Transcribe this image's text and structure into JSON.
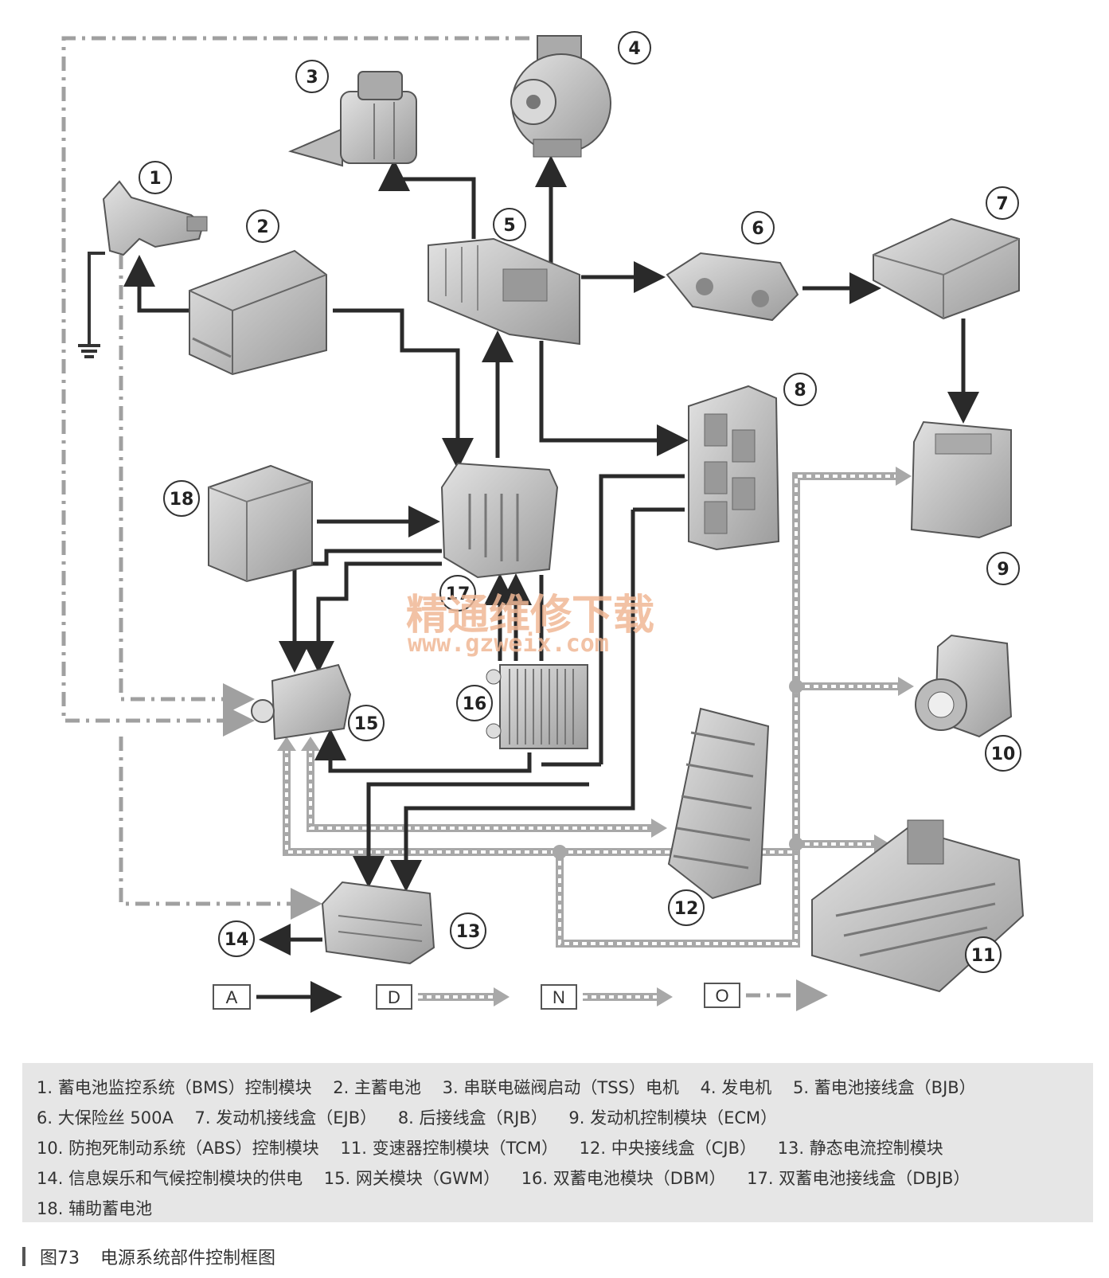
{
  "components": [
    {
      "id": "1",
      "name": "电池监控模块"
    },
    {
      "id": "2",
      "name": "主蓄电池"
    },
    {
      "id": "3",
      "name": "启动机"
    },
    {
      "id": "4",
      "name": "发电机"
    },
    {
      "id": "5",
      "name": "蓄电池接线盒"
    },
    {
      "id": "6",
      "name": "大保险丝"
    },
    {
      "id": "7",
      "name": "发动机接线盒"
    },
    {
      "id": "8",
      "name": "后接线盒"
    },
    {
      "id": "9",
      "name": "发动机控制模块"
    },
    {
      "id": "10",
      "name": "ABS控制模块"
    },
    {
      "id": "11",
      "name": "变速器控制模块"
    },
    {
      "id": "12",
      "name": "中央接线盒"
    },
    {
      "id": "13",
      "name": "静态电流控制模块"
    },
    {
      "id": "14",
      "name": "供电"
    },
    {
      "id": "15",
      "name": "网关模块"
    },
    {
      "id": "16",
      "name": "双蓄电池模块"
    },
    {
      "id": "17",
      "name": "双蓄电池接线盒"
    },
    {
      "id": "18",
      "name": "辅助蓄电池"
    }
  ],
  "line_key": {
    "a": "A",
    "d": "D",
    "n": "N",
    "o": "O"
  },
  "legend": [
    "1. 蓄电池监控系统（BMS）控制模块",
    "2. 主蓄电池",
    "3. 串联电磁阀启动（TSS）电机",
    "4. 发电机",
    "5. 蓄电池接线盒（BJB）",
    "6. 大保险丝 500A",
    "7. 发动机接线盒（EJB）",
    "8. 后接线盒（RJB）",
    "9. 发动机控制模块（ECM）",
    "10. 防抱死制动系统（ABS）控制模块",
    "11. 变速器控制模块（TCM）",
    "12. 中央接线盒（CJB）",
    "13. 静态电流控制模块",
    "14. 信息娱乐和气候控制模块的供电",
    "15. 网关模块（GWM）",
    "16. 双蓄电池模块（DBM）",
    "17. 双蓄电池接线盒（DBJB）",
    "18. 辅助蓄电池"
  ],
  "caption": {
    "figure": "图73",
    "title": "电源系统部件控制框图"
  },
  "watermark": {
    "cn": "精通维修下载",
    "url": "www.gzweix.com"
  },
  "colors": {
    "power_line": "#2a2a2a",
    "data_line": "#b0b0b0",
    "component_fill": "#c8c8c8",
    "legend_bg": "#e6e6e6",
    "watermark": "#f0b896"
  }
}
